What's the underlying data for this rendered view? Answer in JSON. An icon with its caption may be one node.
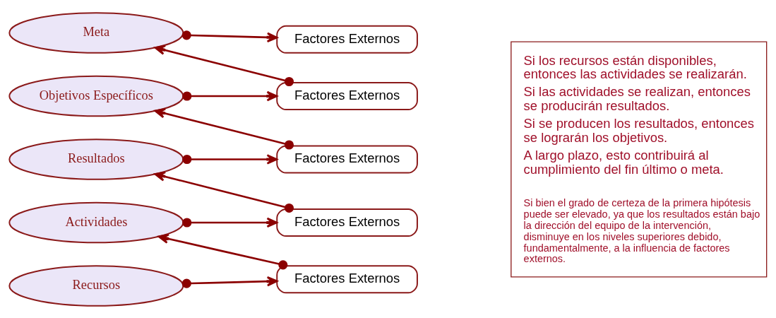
{
  "diagram": {
    "nodes": [
      {
        "text": [
          "Meta"
        ]
      },
      {
        "text": [
          "Objetivos Específicos"
        ]
      },
      {
        "text": [
          "Resultados"
        ]
      },
      {
        "text": [
          "Actividades"
        ]
      },
      {
        "text": [
          "Recursos"
        ]
      },
      {
        "text": [
          "Factores Externos"
        ]
      },
      {
        "text": [
          "Factores Externos"
        ]
      },
      {
        "text": [
          "Factores Externos"
        ]
      },
      {
        "text": [
          "Factores Externos"
        ]
      },
      {
        "text": [
          "Factores Externos"
        ]
      },
      {
        "text": [
          "Si los recursos están disponibles, entonces las actividades se realizarán.",
          "Si las actividades se realizan, entonces se producirán resultados.",
          "Si se producen los resultados, entonces se lograrán los objetivos.",
          "A largo plazo, esto contribuirá al cumplimiento del fin último o meta.",
          "Si bien el grado de certeza de la primera hipótesis puede ser elevado, ya que los resultados están bajo la dirección del equipo de la intervención, disminuye en los niveles superiores debido, fundamentalmente, a la influencia de factores externos."
        ]
      }
    ],
    "edges": [
      {
        "from": 0,
        "to": 5,
        "arrow": "to"
      },
      {
        "from": 6,
        "to": 0,
        "arrow": "to"
      },
      {
        "from": 1,
        "to": 6,
        "arrow": "to"
      },
      {
        "from": 7,
        "to": 1,
        "arrow": "to"
      },
      {
        "from": 2,
        "to": 7,
        "arrow": "to"
      },
      {
        "from": 8,
        "to": 2,
        "arrow": "to"
      },
      {
        "from": 3,
        "to": 8,
        "arrow": "to"
      },
      {
        "from": 9,
        "to": 3,
        "arrow": "to"
      },
      {
        "from": 4,
        "to": 9,
        "arrow": "to"
      }
    ]
  }
}
